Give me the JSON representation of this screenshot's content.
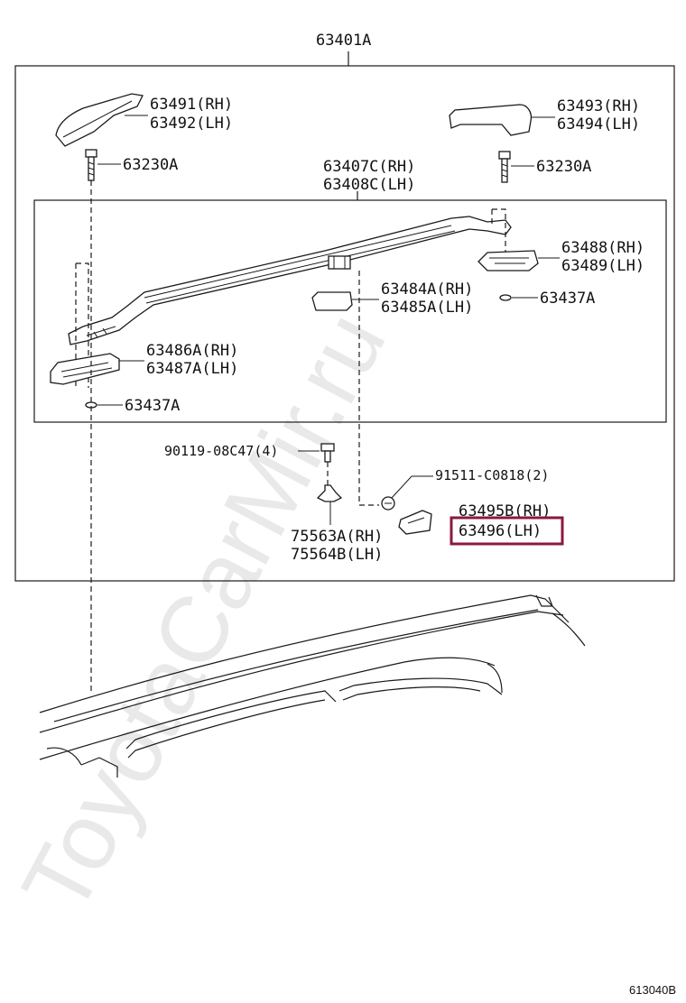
{
  "watermark": "ToyotaCarMir.ru",
  "assembly_label": "63401A",
  "labels": {
    "rh_front_cover_rh": "63491(RH)",
    "rh_front_cover_lh": "63492(LH)",
    "rear_cover_rh": "63493(RH)",
    "rear_cover_lh": "63494(LH)",
    "bolt_left": "63230A",
    "bolt_right": "63230A",
    "rail_rh": "63407C(RH)",
    "rail_lh": "63408C(LH)",
    "rear_support_rh": "63488(RH)",
    "rear_support_lh": "63489(LH)",
    "center_support_rh": "63484A(RH)",
    "center_support_lh": "63485A(LH)",
    "washer_right": "63437A",
    "front_support_rh": "63486A(RH)",
    "front_support_lh": "63487A(LH)",
    "washer_left": "63437A",
    "bolt_small": "90119-08C47(4)",
    "screw": "91511-C0818(2)",
    "end_cap_rh": "63495B(RH)",
    "end_cap_lh": "63496(LH)",
    "bracket_rh": "75563A(RH)",
    "bracket_lh": "75564B(LH)"
  },
  "diagram_code": "613040B",
  "colors": {
    "highlight": "#8b1a3c",
    "stroke": "#1a1a1a",
    "watermark": "#e9e9e9"
  }
}
